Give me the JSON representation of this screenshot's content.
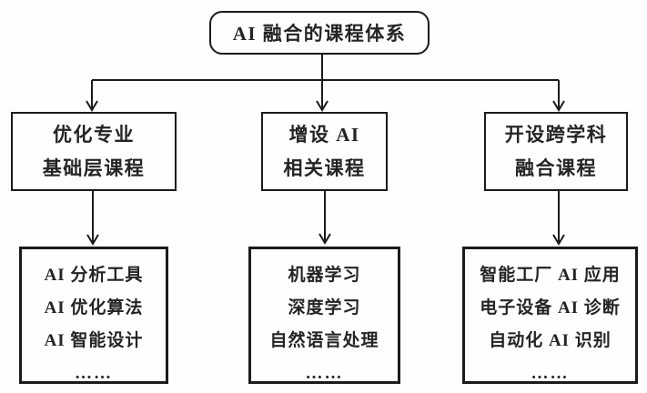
{
  "diagram": {
    "root": {
      "label": "AI 融合的课程体系"
    },
    "branches": [
      {
        "title_lines": [
          "优化专业",
          "基础层课程"
        ],
        "items": [
          "AI 分析工具",
          "AI 优化算法",
          "AI 智能设计",
          "……"
        ]
      },
      {
        "title_lines": [
          "增设 AI",
          "相关课程"
        ],
        "items": [
          "机器学习",
          "深度学习",
          "自然语言处理",
          "……"
        ]
      },
      {
        "title_lines": [
          "开设跨学科",
          "融合课程"
        ],
        "items": [
          "智能工厂 AI 应用",
          "电子设备 AI 诊断",
          "自动化 AI 识别",
          "……"
        ]
      }
    ],
    "colors": {
      "line": "#1b1b1b",
      "background": "#fefefe",
      "text": "#242424"
    }
  }
}
